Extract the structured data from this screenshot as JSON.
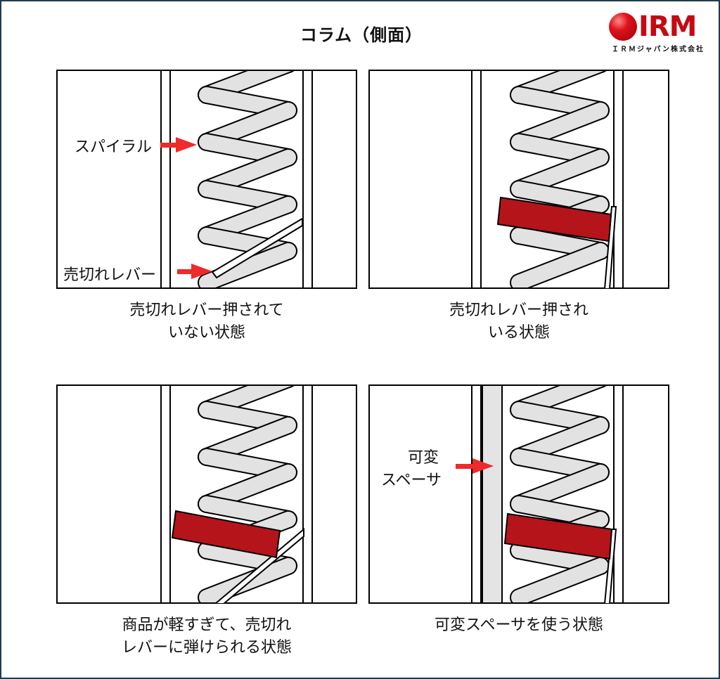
{
  "title": "コラム（側面）",
  "logo": {
    "text": "IRM",
    "subtitle": "ＩＲＭジャパン株式会社"
  },
  "colors": {
    "lever_red": "#b5141a",
    "arrow_red": "#ee2a2a",
    "spring_fill": "#e2e2e2",
    "spacer_fill": "#e4e4e4",
    "frame_border": "#1f3a4d"
  },
  "panels": [
    {
      "caption_lines": [
        "売切れレバー押されて",
        "いない状態"
      ],
      "labels": {
        "spiral": "スパイラル",
        "lever": "売切れレバー"
      }
    },
    {
      "caption_lines": [
        "売切れレバー押され",
        "いる状態"
      ]
    },
    {
      "caption_lines": [
        "商品が軽すぎて、売切れ",
        "レバーに弾けられる状態"
      ]
    },
    {
      "caption_lines": [
        "可変スペーサを使う状態"
      ],
      "labels": {
        "spacer_line1": "可変",
        "spacer_line2": "スペーサ"
      }
    }
  ]
}
